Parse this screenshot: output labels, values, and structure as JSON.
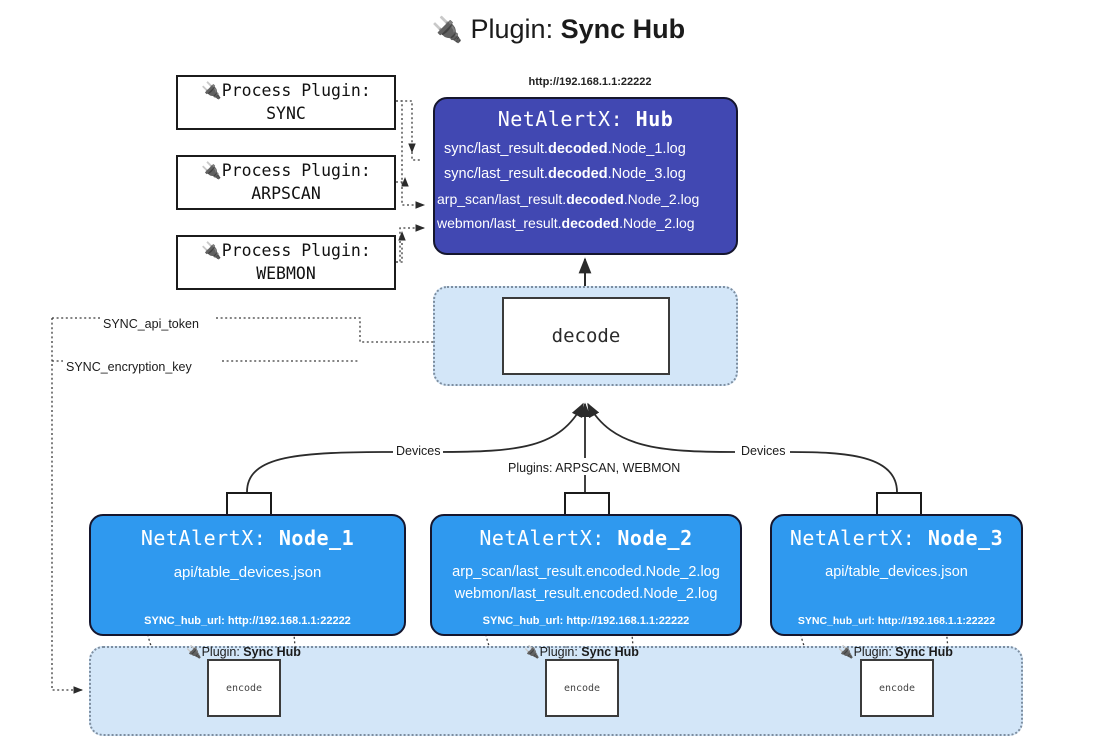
{
  "title": {
    "icon": "plug-icon",
    "prefix": "Plugin:",
    "name": "Sync Hub"
  },
  "process_plugins": [
    {
      "icon": "plug-icon",
      "line1": "Process Plugin:",
      "line2": "SYNC"
    },
    {
      "icon": "plug-icon",
      "line1": "Process Plugin:",
      "line2": "ARPSCAN"
    },
    {
      "icon": "plug-icon",
      "line1": "Process Plugin:",
      "line2": "WEBMON"
    }
  ],
  "hub": {
    "url": "http://192.168.1.1:22222",
    "title_prefix": "NetAlertX:",
    "title_name": "Hub",
    "logs": [
      {
        "pre": "sync/last_result.",
        "bold": "decoded",
        "post": ".Node_1.log"
      },
      {
        "pre": "sync/last_result.",
        "bold": "decoded",
        "post": ".Node_3.log"
      },
      {
        "pre": "arp_scan/last_result.",
        "bold": "decoded",
        "post": ".Node_2.log"
      },
      {
        "pre": "webmon/last_result.",
        "bold": "decoded",
        "post": ".Node_2.log"
      }
    ]
  },
  "decode": {
    "label": "decode"
  },
  "config_labels": {
    "api_token": "SYNC_api_token",
    "encryption_key": "SYNC_encryption_key"
  },
  "edge_labels": {
    "devices_left": "Devices",
    "devices_right": "Devices",
    "plugins": "Plugins: ARPSCAN, WEBMON"
  },
  "nodes": [
    {
      "title_prefix": "NetAlertX:",
      "title_name": "Node_1",
      "lines": [
        "api/table_devices.json"
      ],
      "footer": "SYNC_hub_url: http://192.168.1.1:22222",
      "icon": "envelope-icon"
    },
    {
      "title_prefix": "NetAlertX:",
      "title_name": "Node_2",
      "lines": [
        "arp_scan/last_result.encoded.Node_2.log",
        "webmon/last_result.encoded.Node_2.log"
      ],
      "footer": "SYNC_hub_url: http://192.168.1.1:22222",
      "icon": "envelope-icon"
    },
    {
      "title_prefix": "NetAlertX:",
      "title_name": "Node_3",
      "lines": [
        "api/table_devices.json"
      ],
      "footer": "SYNC_hub_url: http://192.168.1.1:22222",
      "icon": "envelope-icon"
    }
  ],
  "encoders": [
    {
      "plugin_prefix": "Plugin:",
      "plugin_name": "Sync Hub",
      "label": "encode",
      "icon": "plug-icon"
    },
    {
      "plugin_prefix": "Plugin:",
      "plugin_name": "Sync Hub",
      "label": "encode",
      "icon": "plug-icon"
    },
    {
      "plugin_prefix": "Plugin:",
      "plugin_name": "Sync Hub",
      "label": "encode",
      "icon": "plug-icon"
    }
  ],
  "colors": {
    "hub": "#4148b2",
    "node": "#2f99ef",
    "panel": "#d3e6f8",
    "stroke": "#15162e",
    "background": "#ffffff"
  }
}
